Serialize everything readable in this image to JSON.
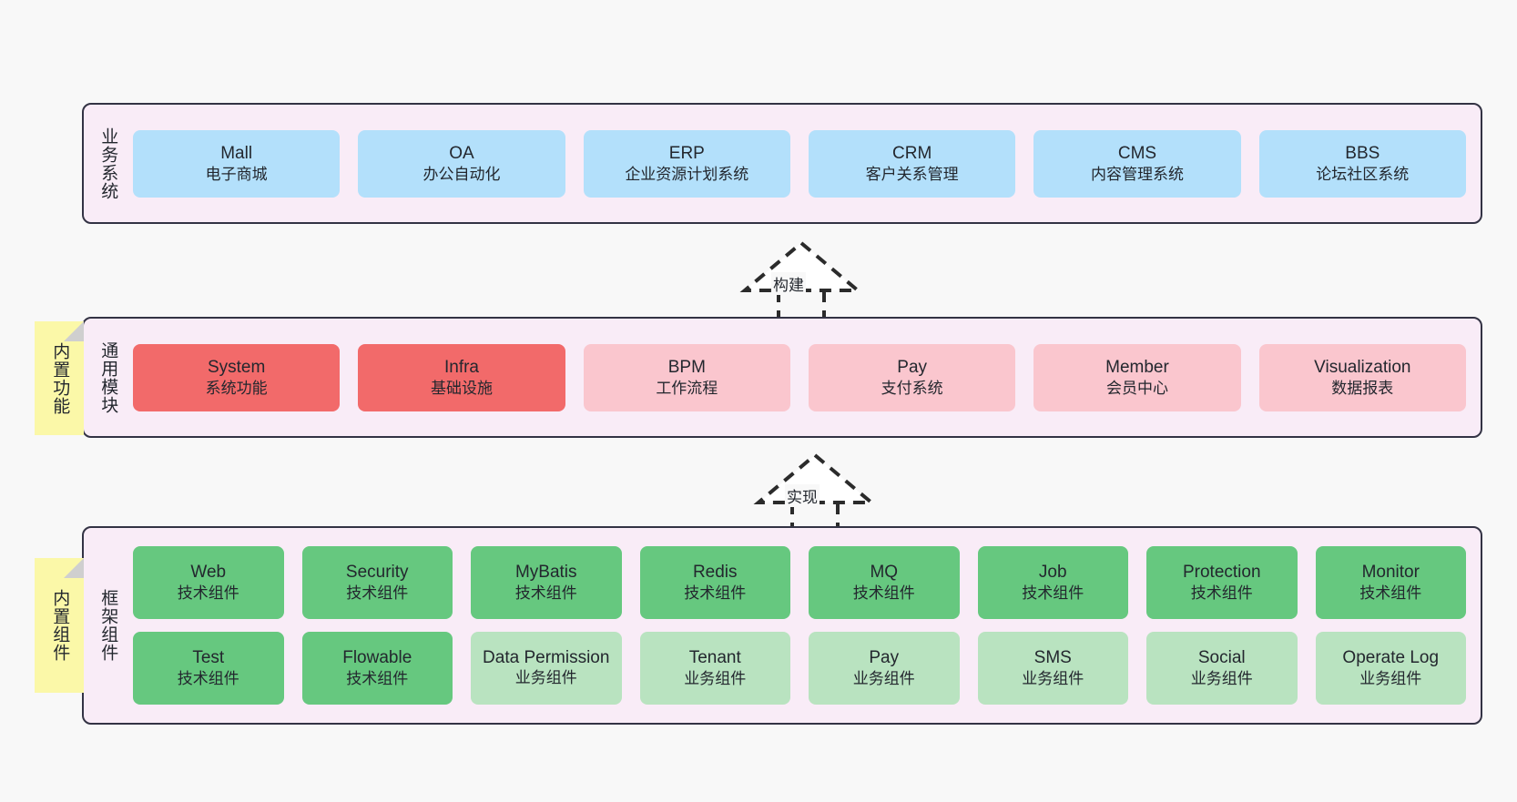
{
  "diagram": {
    "background_color": "#f8f8f8",
    "panel_color": "#f9ecf7",
    "panel_border_color": "#333344",
    "note_color": "#fbf8a8"
  },
  "layers": [
    {
      "id": "business-system",
      "title": "业务系统",
      "note": null,
      "rows": [
        {
          "cards": [
            {
              "en": "Mall",
              "cn": "电子商城",
              "color": "#b3e0fb",
              "style": "c-blue"
            },
            {
              "en": "OA",
              "cn": "办公自动化",
              "color": "#b3e0fb",
              "style": "c-blue"
            },
            {
              "en": "ERP",
              "cn": "企业资源计划系统",
              "color": "#b3e0fb",
              "style": "c-blue"
            },
            {
              "en": "CRM",
              "cn": "客户关系管理",
              "color": "#b3e0fb",
              "style": "c-blue"
            },
            {
              "en": "CMS",
              "cn": "内容管理系统",
              "color": "#b3e0fb",
              "style": "c-blue"
            },
            {
              "en": "BBS",
              "cn": "论坛社区系统",
              "color": "#b3e0fb",
              "style": "c-blue"
            }
          ]
        }
      ]
    },
    {
      "id": "common-module",
      "title": "通用模块",
      "note": "内置功能",
      "rows": [
        {
          "cards": [
            {
              "en": "System",
              "cn": "系统功能",
              "color": "#f26a6a",
              "style": "c-red"
            },
            {
              "en": "Infra",
              "cn": "基础设施",
              "color": "#f26a6a",
              "style": "c-red"
            },
            {
              "en": "BPM",
              "cn": "工作流程",
              "color": "#fac6ce",
              "style": "c-pink"
            },
            {
              "en": "Pay",
              "cn": "支付系统",
              "color": "#fac6ce",
              "style": "c-pink"
            },
            {
              "en": "Member",
              "cn": "会员中心",
              "color": "#fac6ce",
              "style": "c-pink"
            },
            {
              "en": "Visualization",
              "cn": "数据报表",
              "color": "#fac6ce",
              "style": "c-pink"
            }
          ]
        }
      ]
    },
    {
      "id": "framework-component",
      "title": "框架组件",
      "note": "内置组件",
      "rows": [
        {
          "cards": [
            {
              "en": "Web",
              "cn": "技术组件",
              "color": "#66c87f",
              "style": "c-green"
            },
            {
              "en": "Security",
              "cn": "技术组件",
              "color": "#66c87f",
              "style": "c-green"
            },
            {
              "en": "MyBatis",
              "cn": "技术组件",
              "color": "#66c87f",
              "style": "c-green"
            },
            {
              "en": "Redis",
              "cn": "技术组件",
              "color": "#66c87f",
              "style": "c-green"
            },
            {
              "en": "MQ",
              "cn": "技术组件",
              "color": "#66c87f",
              "style": "c-green"
            },
            {
              "en": "Job",
              "cn": "技术组件",
              "color": "#66c87f",
              "style": "c-green"
            },
            {
              "en": "Protection",
              "cn": "技术组件",
              "color": "#66c87f",
              "style": "c-green"
            },
            {
              "en": "Monitor",
              "cn": "技术组件",
              "color": "#66c87f",
              "style": "c-green"
            }
          ]
        },
        {
          "cards": [
            {
              "en": "Test",
              "cn": "技术组件",
              "color": "#66c87f",
              "style": "c-green"
            },
            {
              "en": "Flowable",
              "cn": "技术组件",
              "color": "#66c87f",
              "style": "c-green"
            },
            {
              "en": "Data Permission",
              "cn": "业务组件",
              "color": "#b9e3c0",
              "style": "c-lgreen"
            },
            {
              "en": "Tenant",
              "cn": "业务组件",
              "color": "#b9e3c0",
              "style": "c-lgreen"
            },
            {
              "en": "Pay",
              "cn": "业务组件",
              "color": "#b9e3c0",
              "style": "c-lgreen"
            },
            {
              "en": "SMS",
              "cn": "业务组件",
              "color": "#b9e3c0",
              "style": "c-lgreen"
            },
            {
              "en": "Social",
              "cn": "业务组件",
              "color": "#b9e3c0",
              "style": "c-lgreen"
            },
            {
              "en": "Operate Log",
              "cn": "业务组件",
              "color": "#b9e3c0",
              "style": "c-lgreen"
            }
          ]
        }
      ]
    }
  ],
  "connectors": [
    {
      "id": "build",
      "label": "构建",
      "direction": "up"
    },
    {
      "id": "implement",
      "label": "实现",
      "direction": "up"
    }
  ]
}
